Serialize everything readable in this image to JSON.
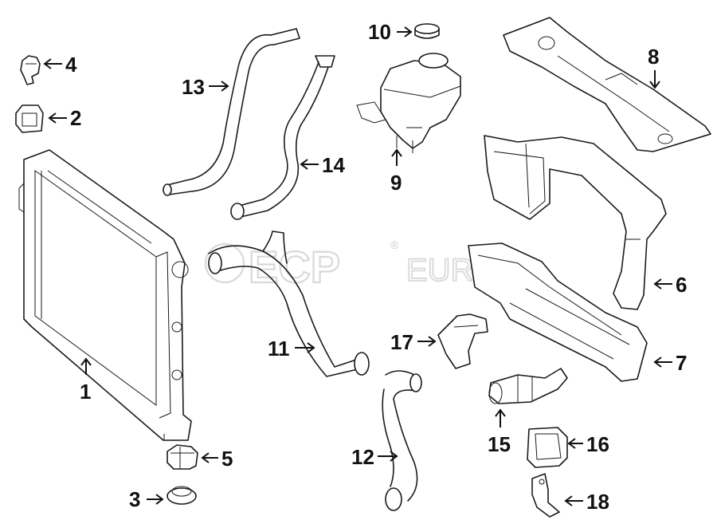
{
  "watermark": {
    "brand": "ECP",
    "suffix": "EURO",
    "mark": "®"
  },
  "callouts": [
    {
      "id": "1",
      "label": "1"
    },
    {
      "id": "2",
      "label": "2"
    },
    {
      "id": "3",
      "label": "3"
    },
    {
      "id": "4",
      "label": "4"
    },
    {
      "id": "5",
      "label": "5"
    },
    {
      "id": "6",
      "label": "6"
    },
    {
      "id": "7",
      "label": "7"
    },
    {
      "id": "8",
      "label": "8"
    },
    {
      "id": "9",
      "label": "9"
    },
    {
      "id": "10",
      "label": "10"
    },
    {
      "id": "11",
      "label": "11"
    },
    {
      "id": "12",
      "label": "12"
    },
    {
      "id": "13",
      "label": "13"
    },
    {
      "id": "14",
      "label": "14"
    },
    {
      "id": "15",
      "label": "15"
    },
    {
      "id": "16",
      "label": "16"
    },
    {
      "id": "17",
      "label": "17"
    },
    {
      "id": "18",
      "label": "18"
    }
  ]
}
